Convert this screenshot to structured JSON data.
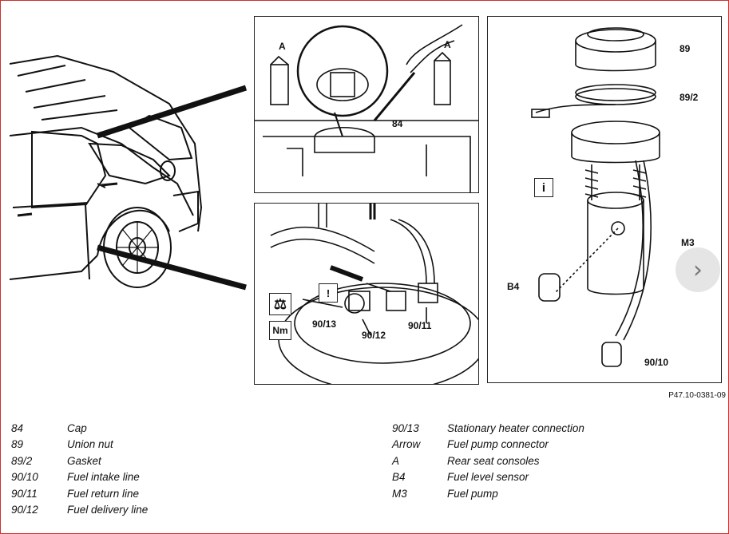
{
  "figure_id": "P47.10-0381-09",
  "callouts": {
    "c84": "84",
    "c89": "89",
    "c89_2": "89/2",
    "cM3": "M3",
    "cB4": "B4",
    "c90_10": "90/10",
    "c90_11": "90/11",
    "c90_12": "90/12",
    "c90_13": "90/13",
    "cA1": "A",
    "cA2": "A"
  },
  "icons": {
    "info": "i",
    "torque": "Nm",
    "tool": "⚖"
  },
  "legend_left": [
    {
      "key": "84",
      "text": "Cap"
    },
    {
      "key": "89",
      "text": "Union nut"
    },
    {
      "key": "89/2",
      "text": "Gasket"
    },
    {
      "key": "90/10",
      "text": "Fuel intake line"
    },
    {
      "key": "90/11",
      "text": "Fuel return line"
    },
    {
      "key": "90/12",
      "text": "Fuel delivery line"
    }
  ],
  "legend_right": [
    {
      "key": "90/13",
      "text": "Stationary heater connection"
    },
    {
      "key": "Arrow",
      "text": "Fuel pump connector"
    },
    {
      "key": "A",
      "text": "Rear seat consoles"
    },
    {
      "key": "B4",
      "text": "Fuel level sensor"
    },
    {
      "key": "M3",
      "text": "Fuel pump"
    }
  ],
  "nav": {
    "next_glyph": "›"
  }
}
